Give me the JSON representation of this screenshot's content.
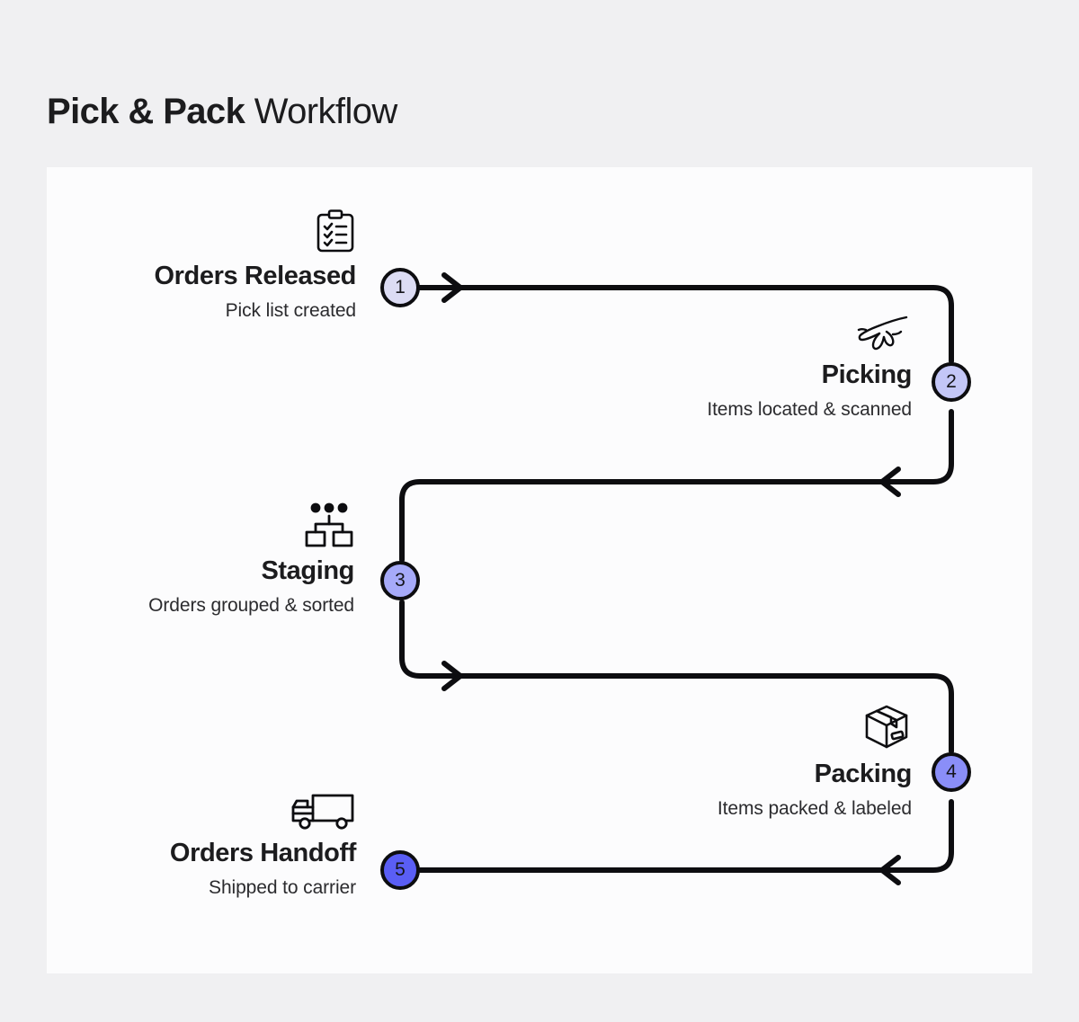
{
  "title": {
    "strong": "Pick & Pack",
    "light": " Workflow"
  },
  "colors": {
    "page_background": "#f0f0f2",
    "card_background": "#fcfcfd",
    "line": "#0d0d10",
    "text": "#1c1c1e",
    "badge_1": "#dcdcf4",
    "badge_2": "#c3c6f7",
    "badge_3": "#a6aaf9",
    "badge_4": "#8a8ef8",
    "badge_5": "#5a5ef5"
  },
  "steps": [
    {
      "number": "1",
      "title": "Orders Released",
      "subtitle": "Pick list created",
      "icon": "clipboard-checklist-icon",
      "badge_color": "#dcdcf4"
    },
    {
      "number": "2",
      "title": "Picking",
      "subtitle": "Items located & scanned",
      "icon": "hand-pick-icon",
      "badge_color": "#c3c6f7"
    },
    {
      "number": "3",
      "title": "Staging",
      "subtitle": "Orders grouped & sorted",
      "icon": "hierarchy-sort-icon",
      "badge_color": "#a6aaf9"
    },
    {
      "number": "4",
      "title": "Packing",
      "subtitle": "Items packed & labeled",
      "icon": "package-box-icon",
      "badge_color": "#8a8ef8"
    },
    {
      "number": "5",
      "title": "Orders Handoff",
      "subtitle": "Shipped to carrier",
      "icon": "delivery-truck-icon",
      "badge_color": "#5a5ef5"
    }
  ]
}
